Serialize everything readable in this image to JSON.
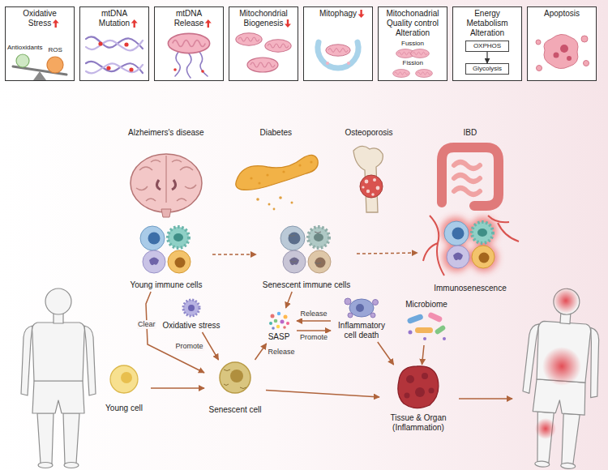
{
  "diagram": {
    "nodes": [
      {
        "text": [
          "Oxidative Stress"
        ]
      },
      {
        "text": [
          "mtDNA Mutation"
        ]
      },
      {
        "text": [
          "mtDNA Release"
        ]
      },
      {
        "text": [
          "Mitochondrial Biogenesis"
        ]
      },
      {
        "text": [
          "Mitophagy"
        ]
      },
      {
        "text": [
          "Mitochonadrial Quality control Alteration"
        ]
      },
      {
        "text": [
          "Energy Metabolism Alteration"
        ]
      },
      {
        "text": [
          "OXPHOS"
        ],
        "in": 6
      },
      {
        "text": [
          "Glycolysis"
        ],
        "in": 6
      },
      {
        "text": [
          "Apoptosis"
        ]
      },
      {
        "text": [
          "Young immune cells"
        ]
      },
      {
        "text": [
          "Senescent immune cells"
        ]
      },
      {
        "text": [
          "Immunosenescence"
        ]
      },
      {
        "text": [
          "Oxidative stress"
        ]
      },
      {
        "text": [
          "SASP"
        ]
      },
      {
        "text": [
          "Inflammatory cell death"
        ]
      },
      {
        "text": [
          "Microbiome"
        ]
      },
      {
        "text": [
          "Young cell"
        ]
      },
      {
        "text": [
          "Senescent cell"
        ]
      },
      {
        "text": [
          "Tissue & Organ (Inflammation)"
        ]
      }
    ],
    "edges": [
      {
        "from": 7,
        "to": 8,
        "arrow": "to"
      },
      {
        "from": 10,
        "to": 11,
        "arrow": "to"
      },
      {
        "from": 11,
        "to": 12,
        "arrow": "to"
      },
      {
        "from": 10,
        "to": 18,
        "label": "Clear",
        "arrow": "to"
      },
      {
        "from": 11,
        "to": 14,
        "arrow": "to"
      },
      {
        "from": 13,
        "to": 18,
        "label": "Promote",
        "arrow": "to"
      },
      {
        "from": 18,
        "to": 14,
        "label": "Release",
        "arrow": "to"
      },
      {
        "from": 15,
        "to": 14,
        "label": "Release",
        "arrow": "to"
      },
      {
        "from": 14,
        "to": 15,
        "label": "Promote",
        "arrow": "to"
      },
      {
        "from": 17,
        "to": 18,
        "arrow": "to"
      },
      {
        "from": 18,
        "to": 19,
        "arrow": "to"
      },
      {
        "from": 15,
        "to": 19,
        "arrow": "to"
      },
      {
        "from": 16,
        "to": 19,
        "arrow": "to"
      }
    ],
    "labels": [
      "Antioxidants",
      "ROS",
      "Fussion",
      "Fission",
      "Alzheimers's disease",
      "Diabetes",
      "Osteoporosis",
      "IBD"
    ]
  }
}
